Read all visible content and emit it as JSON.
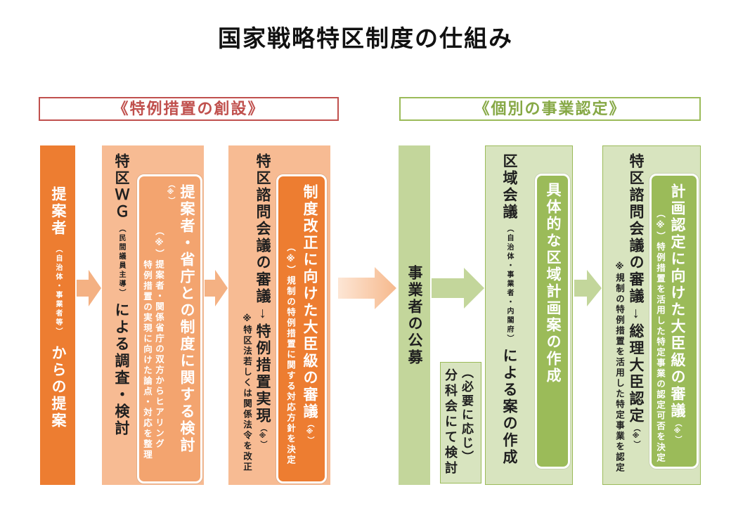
{
  "title": "国家戦略特区制度の仕組み",
  "headers": {
    "left": "《特例措置の創設》",
    "right": "《個別の事業認定》"
  },
  "proposer": {
    "main": "提案者",
    "sub": "（自治体・事業者等）",
    "tail": "からの提案"
  },
  "wg": {
    "main": "特区ＷＧ",
    "sub": "（民間議員主導）",
    "tail": "による調査・検討",
    "inner": {
      "mark": "（※）",
      "main": "提案者・省庁との制度に関する検討",
      "note1": "（※）提案者・関係省庁の双方からヒアリング",
      "note2": "特例措置の実現に向けた論点・対応を整理"
    }
  },
  "council_reform": {
    "part1": "特区諮問会議の審議",
    "arrow": "↓",
    "part2": "特例措置実現",
    "mark": "（※）",
    "note": "※特区法若しくは関係法令を改正",
    "inner": {
      "main": "制度改正に向けた大臣級の審議",
      "mark": "（※）",
      "note": "（※）規制の特例措置に関する対応方針を決定"
    }
  },
  "recruitment": {
    "main": "事業者の公募"
  },
  "subcommittee": {
    "condition": "（必要に応じ）",
    "main": "分科会にて検討"
  },
  "zone_council": {
    "main": "区域会議",
    "sub": "（自治体・事業者・内閣府）",
    "tail": "による案の作成",
    "inner": {
      "main": "具体的な区域計画案の作成"
    }
  },
  "council_approval": {
    "part1": "特区諮問会議の審議",
    "arrow": "↓",
    "part2": "総理大臣認定",
    "mark": "（※）",
    "note": "※規制の特例措置を活用した特定事業を認定",
    "inner": {
      "main": "計画認定に向けた大臣級の審議",
      "mark": "（※）",
      "note": "（※）特例措置を活用した特定事業の認定可否を決定"
    }
  },
  "colors": {
    "orange": "#ed7d31",
    "salmon": "#f7bb93",
    "salmon_inner": "#f3a46f",
    "red_accent": "#c0504d",
    "green": "#9bbb59",
    "green_light": "#c3d69b",
    "green_pale": "#d8e4bf",
    "green_text": "#86a845",
    "arrow_orange": "#f4b183",
    "arrow_green": "#c3d69b"
  }
}
